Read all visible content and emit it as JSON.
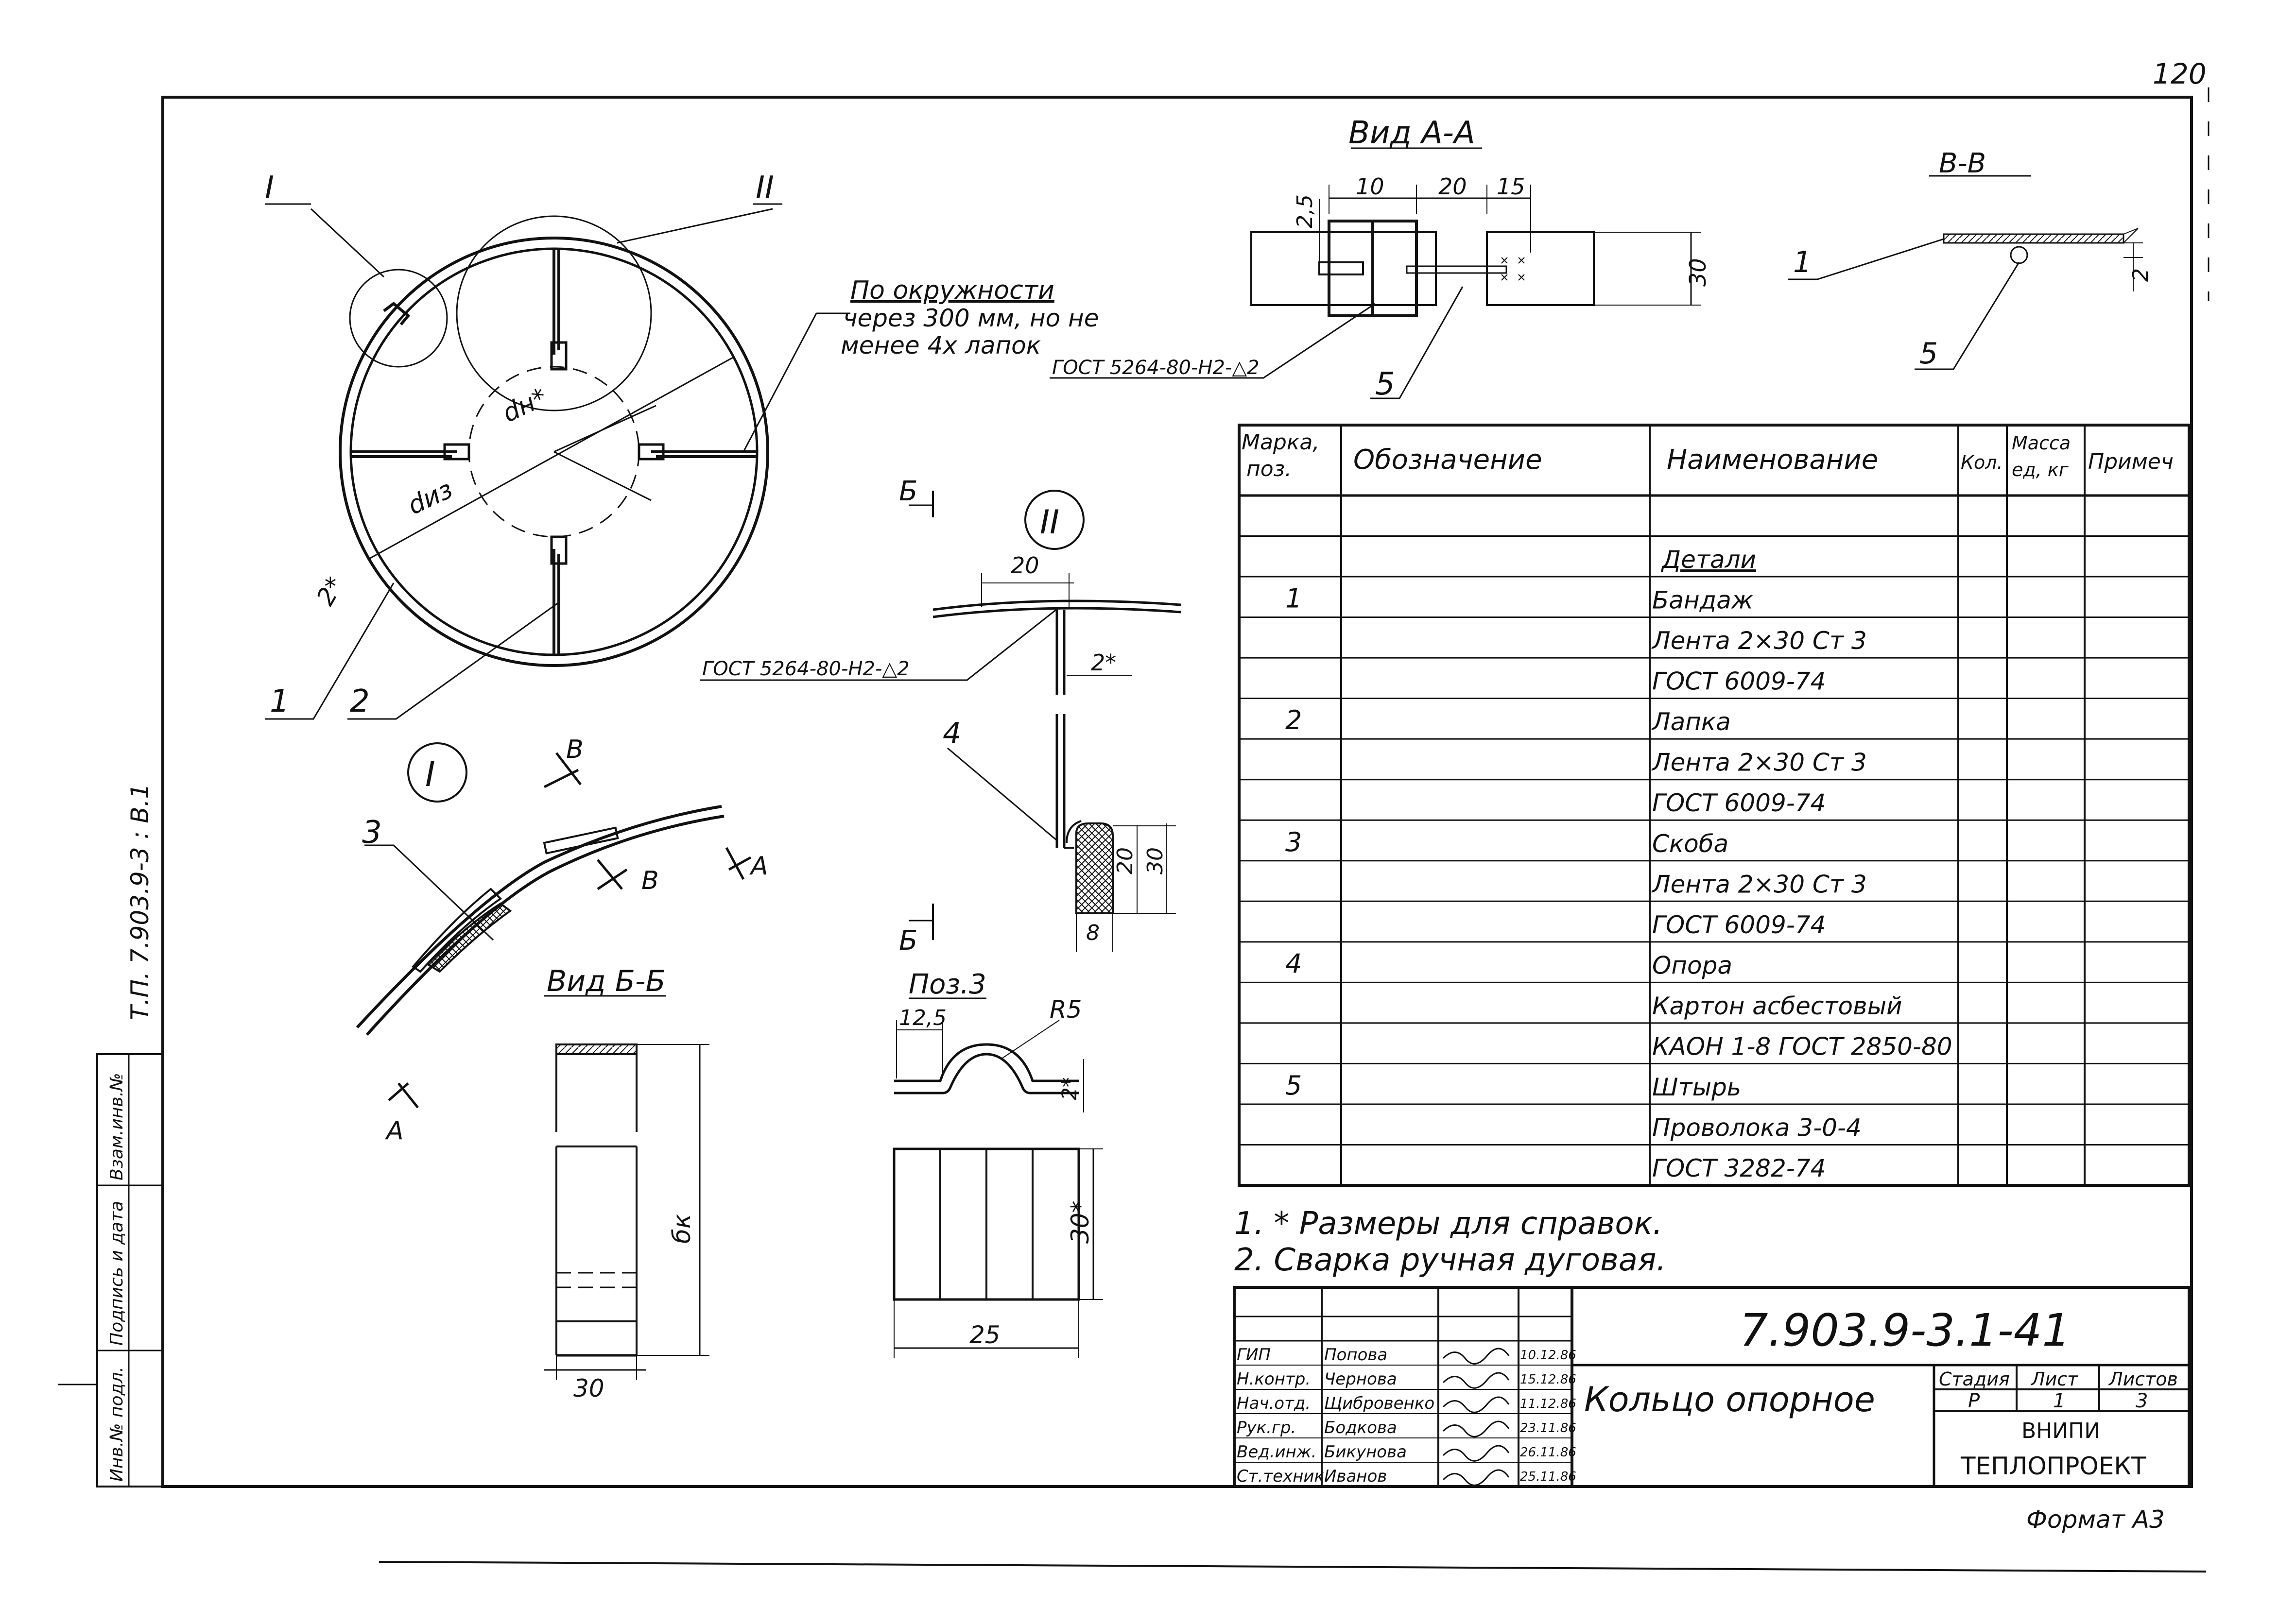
{
  "sheet": {
    "sheet_number": "120",
    "format": "Формат А3",
    "side_code": "Т.П. 7.903.9-3 : В.1",
    "side_labels": [
      "Инв.№ подл.",
      "Подпись и дата",
      "Взам.инв.№"
    ]
  },
  "drawing": {
    "circle_note": [
      "По окружности",
      "через 300 мм, но не",
      "менее 4x лапок"
    ],
    "weld_a": "ГОСТ 5264-80-Н2-△2",
    "weld_b": "ГОСТ 5264-80-Н2-△2",
    "d_n": "dн*",
    "d_iz": "dиз",
    "dim_2star": "2*",
    "ring_callout_1": "1",
    "ring_callout_2": "2",
    "node_I": "I",
    "node_II": "II",
    "view_aa": "Вид А-А",
    "aa_dims": [
      "2,5",
      "10",
      "20",
      "15",
      "30"
    ],
    "aa_callout_5": "5",
    "view_vv": "В-В",
    "vv_callout_1": "1",
    "vv_callout_5": "5",
    "vv_dim_2": "2",
    "node_I_callout_3": "3",
    "label_B": "В",
    "label_A": "А",
    "section_b": "Б",
    "node_II_dim_20": "20",
    "node_II_dim_2star": "2*",
    "node_II_callout_4": "4",
    "node_II_dims": [
      "20",
      "30",
      "8"
    ],
    "view_bb": "Вид Б-Б",
    "bb_dim_bk": "бк",
    "bb_dim_30": "30",
    "pos3_title": "Поз.3",
    "pos3_dims": [
      "12,5",
      "R5",
      "2*",
      "30*",
      "25"
    ]
  },
  "spec": {
    "headers": [
      "Марка, поз.",
      "Обозначение",
      "Наименование",
      "Кол.",
      "Масса ед, кг",
      "Примеч"
    ],
    "rows": [
      {
        "pos": "",
        "name": ""
      },
      {
        "pos": "",
        "name": "Детали"
      },
      {
        "pos": "1",
        "name": "Бандаж"
      },
      {
        "pos": "",
        "name": "Лента 2×30 Ст 3"
      },
      {
        "pos": "",
        "name": "ГОСТ 6009-74"
      },
      {
        "pos": "2",
        "name": "Лапка"
      },
      {
        "pos": "",
        "name": "Лента 2×30 Ст 3"
      },
      {
        "pos": "",
        "name": "ГОСТ 6009-74"
      },
      {
        "pos": "3",
        "name": "Скоба"
      },
      {
        "pos": "",
        "name": "Лента 2×30 Ст 3"
      },
      {
        "pos": "",
        "name": "ГОСТ 6009-74"
      },
      {
        "pos": "4",
        "name": "Опора"
      },
      {
        "pos": "",
        "name": "Картон асбестовый"
      },
      {
        "pos": "",
        "name": "КАОН 1-8 ГОСТ 2850-80"
      },
      {
        "pos": "5",
        "name": "Штырь"
      },
      {
        "pos": "",
        "name": "Проволока 3-0-4"
      },
      {
        "pos": "",
        "name": "ГОСТ 3282-74"
      }
    ]
  },
  "notes": [
    "1. * Размеры для справок.",
    "2. Сварка ручная дуговая."
  ],
  "title_block": {
    "doc_code": "7.903.9-3.1-41",
    "title": "Кольцо опорное",
    "stage_label": "Стадия",
    "sheet_label": "Лист",
    "sheets_label": "Листов",
    "stage": "Р",
    "sheet": "1",
    "sheets": "3",
    "org1": "ВНИПИ",
    "org2": "ТЕПЛОПРОЕКТ",
    "signers": [
      {
        "role": "ГИП",
        "name": "Попова",
        "date": "10.12.86"
      },
      {
        "role": "Н.контр.",
        "name": "Чернова",
        "date": "15.12.86"
      },
      {
        "role": "Нач.отд.",
        "name": "Щибровенко",
        "date": "11.12.86"
      },
      {
        "role": "Рук.гр.",
        "name": "Бодкова",
        "date": "23.11.86"
      },
      {
        "role": "Вед.инж.",
        "name": "Бикунова",
        "date": "26.11.86"
      },
      {
        "role": "Ст.техник",
        "name": "Иванов",
        "date": "25.11.86"
      }
    ]
  }
}
